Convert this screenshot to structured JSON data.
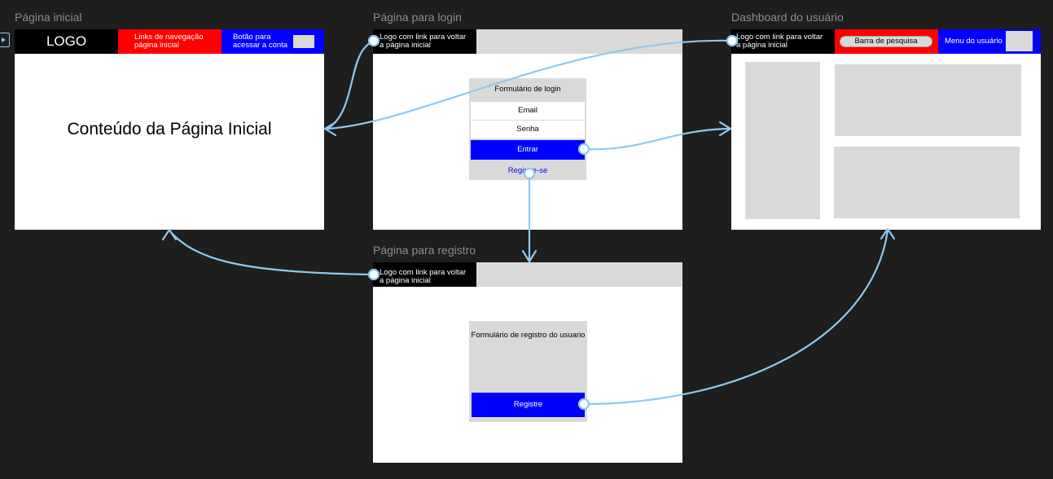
{
  "frames": {
    "home": {
      "label": "Página inicial",
      "logo": "LOGO",
      "nav_links": "Links de navegação\npágina inicial",
      "account_button": "Botão para\nacessar a conta",
      "content": "Conteúdo da Página Inicial"
    },
    "login": {
      "label": "Página para login",
      "logo_link": "Logo com link para voltar\na página inicial",
      "form_title": "Formulário de login",
      "email_field": "Email",
      "password_field": "Senha",
      "submit_button": "Entrar",
      "register_link": "Registre-se"
    },
    "register": {
      "label": "Página para registro",
      "logo_link": "Logo com link para voltar\na página inicial",
      "form_title": "Formulário de registro do usuario",
      "submit_button": "Registre"
    },
    "dashboard": {
      "label": "Dashboard do usuário",
      "logo_link": "Logo com link para voltar\na página inicial",
      "search_bar": "Barra de pesquisa",
      "user_menu": "Menu do usuário"
    }
  },
  "colors": {
    "canvas": "#1e1e1e",
    "frame_label": "#8c8c8c",
    "header_black": "#000000",
    "nav_red": "#ff0000",
    "primary_blue": "#0000ff",
    "placeholder_gray": "#d9d9d9",
    "flow_line": "#8fc8f0"
  },
  "icons": {
    "prototype_start": "play-frame-icon"
  }
}
